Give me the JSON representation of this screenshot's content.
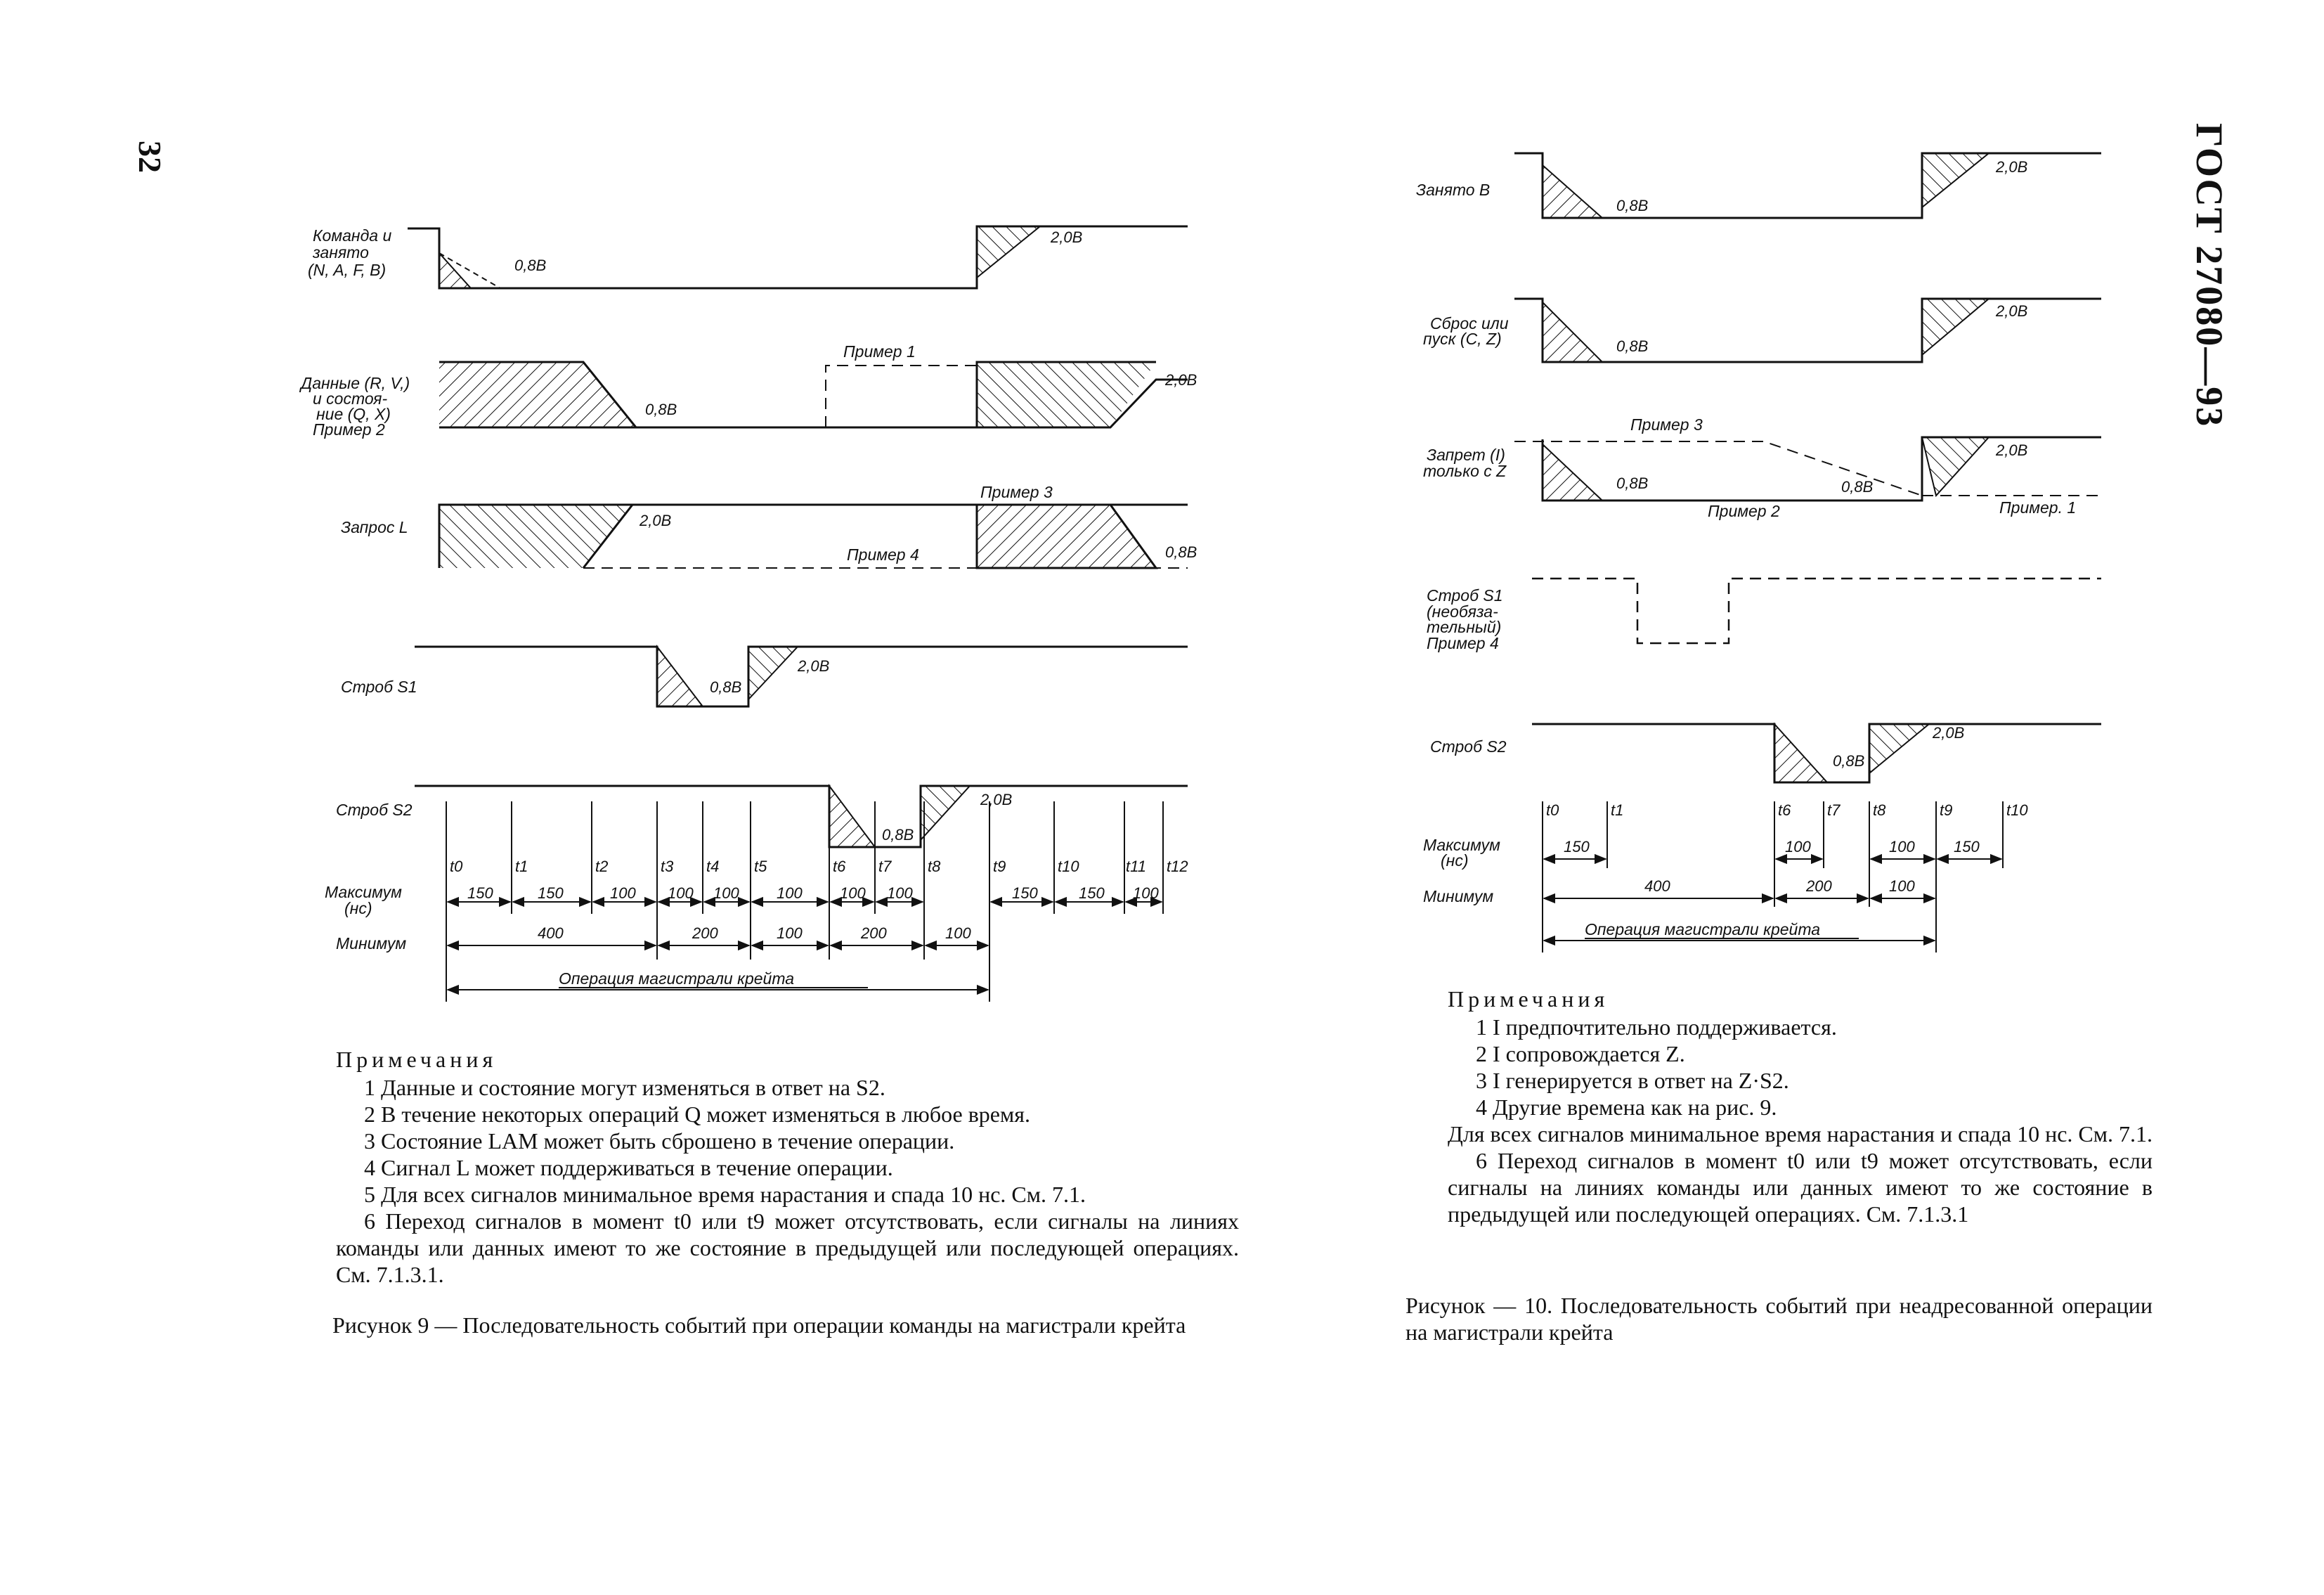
{
  "header": {
    "page_number": "32",
    "standard_code": "ГОСТ 27080—93"
  },
  "figure9": {
    "signals": {
      "command": [
        "Команда и",
        "занято",
        "(N, A, F, B)"
      ],
      "data": [
        "Данные (R, V,)",
        "и состоя-",
        "ние (Q, X)",
        "Пример 2"
      ],
      "request": "Запрос L",
      "strobe1": "Строб S1",
      "strobe2": "Строб S2",
      "maximum": [
        "Максимум",
        "(нс)"
      ],
      "minimum": "Минимум"
    },
    "levels": {
      "low": "0,8В",
      "high": "2,0В"
    },
    "annotations": {
      "note1": "Пример 1",
      "note3": "Пример 3",
      "note4": "Пример 4"
    },
    "times": [
      "t0",
      "t1",
      "t2",
      "t3",
      "t4",
      "t5",
      "t6",
      "t7",
      "t8",
      "t9",
      "t10",
      "t11",
      "t12"
    ],
    "max_durations": [
      "150",
      "150",
      "100",
      "100",
      "100",
      "100",
      "100",
      "100",
      "150",
      "150",
      "100"
    ],
    "min_durations": [
      "400",
      "200",
      "100",
      "200",
      "100"
    ],
    "operation": "Операция магистрали крейта"
  },
  "notes_left": {
    "title": "Примечания",
    "items": [
      "1 Данные и состояние могут изменяться в ответ на S2.",
      "2 В течение некоторых операций Q может изменяться в любое время.",
      "3 Состояние LAM может быть сброшено в течение операции.",
      "4 Сигнал L может поддерживаться в течение операции.",
      "5 Для всех сигналов минимальное время нарастания и спада 10 нс. См. 7.1.",
      "6 Переход сигналов в момент t0 или t9 может отсутствовать, если сигналы на линиях команды или данных имеют то же состояние в предыдущей или последующей операциях. См. 7.1.3.1."
    ]
  },
  "caption_left": "Рисунок 9 — Последовательность событий при операции команды на магистрали крейта",
  "figure10": {
    "signals": {
      "busy": "Занято B",
      "reset": [
        "Сброс или",
        "пуск (C, Z)"
      ],
      "inhibit": [
        "Запрет (I)",
        "только с Z"
      ],
      "strobe1": [
        "Строб S1",
        "(необяза-",
        "тельный)",
        "Пример 4"
      ],
      "strobe2": "Строб S2",
      "maximum": [
        "Максимум",
        "(нс)"
      ],
      "minimum": "Минимум"
    },
    "levels": {
      "low": "0,8В",
      "high": "2,0В"
    },
    "annotations": {
      "note1": "Пример. 1",
      "note2": "Пример 2",
      "note3": "Пример 3"
    },
    "times": [
      "t0",
      "t1",
      "t6",
      "t7",
      "t8",
      "t9",
      "t10"
    ],
    "max_durations": [
      "150",
      "100",
      "100",
      "150"
    ],
    "min_durations": [
      "400",
      "200",
      "100"
    ],
    "operation": "Операция магистрали крейта"
  },
  "notes_right": {
    "title": "Примечания",
    "items": [
      "1 I предпочтительно поддерживается.",
      "2 I сопровождается Z.",
      "3 I генерируется в ответ на Z·S2.",
      "4 Другие времена как на рис. 9.",
      "Для всех сигналов минимальное время нарастания и спада 10 нс. См. 7.1.",
      "6 Переход сигналов в момент t0 или t9 может отсутствовать, если сигналы на линиях команды или данных имеют то же состояние в предыдущей или последующей операциях. См. 7.1.3.1"
    ]
  },
  "caption_right": "Рисунок — 10. Последовательность событий при неадресованной операции на магистрали крейта"
}
